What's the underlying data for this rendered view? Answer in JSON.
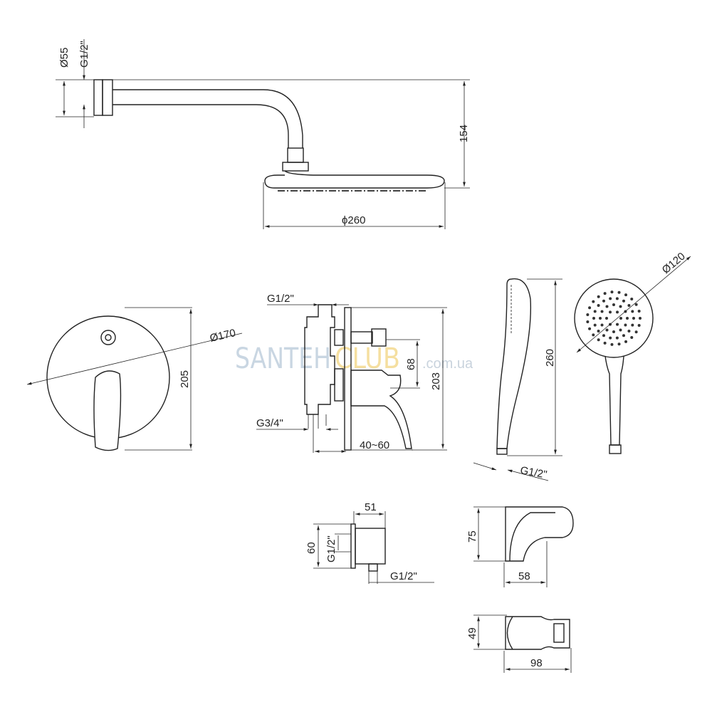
{
  "shower_head": {
    "flange_diameter": "Ø55",
    "thread": "G1/2\"",
    "height": "154",
    "head_diameter": "ϕ260"
  },
  "mixer_front": {
    "diameter": "Ø170",
    "height": "205"
  },
  "mixer_side": {
    "inlet_thread": "G1/2\"",
    "outlet_thread": "G3/4\"",
    "offset": "68",
    "height": "203",
    "depth": "40~60"
  },
  "hand_shower": {
    "length": "260",
    "diameter": "Ø120",
    "thread": "G1/2\""
  },
  "wall_outlet": {
    "width": "51",
    "height": "60",
    "thread_side": "G1/2\"",
    "thread_bottom": "G1/2\""
  },
  "holder": {
    "height": "75",
    "depth": "58",
    "top_height": "49",
    "top_length": "98"
  },
  "watermark": {
    "part1": "SANTEH",
    "part2": "CLUB",
    "suffix": ".com.ua",
    "color1": "#c9d6e2",
    "color2": "#f5dfa0"
  }
}
